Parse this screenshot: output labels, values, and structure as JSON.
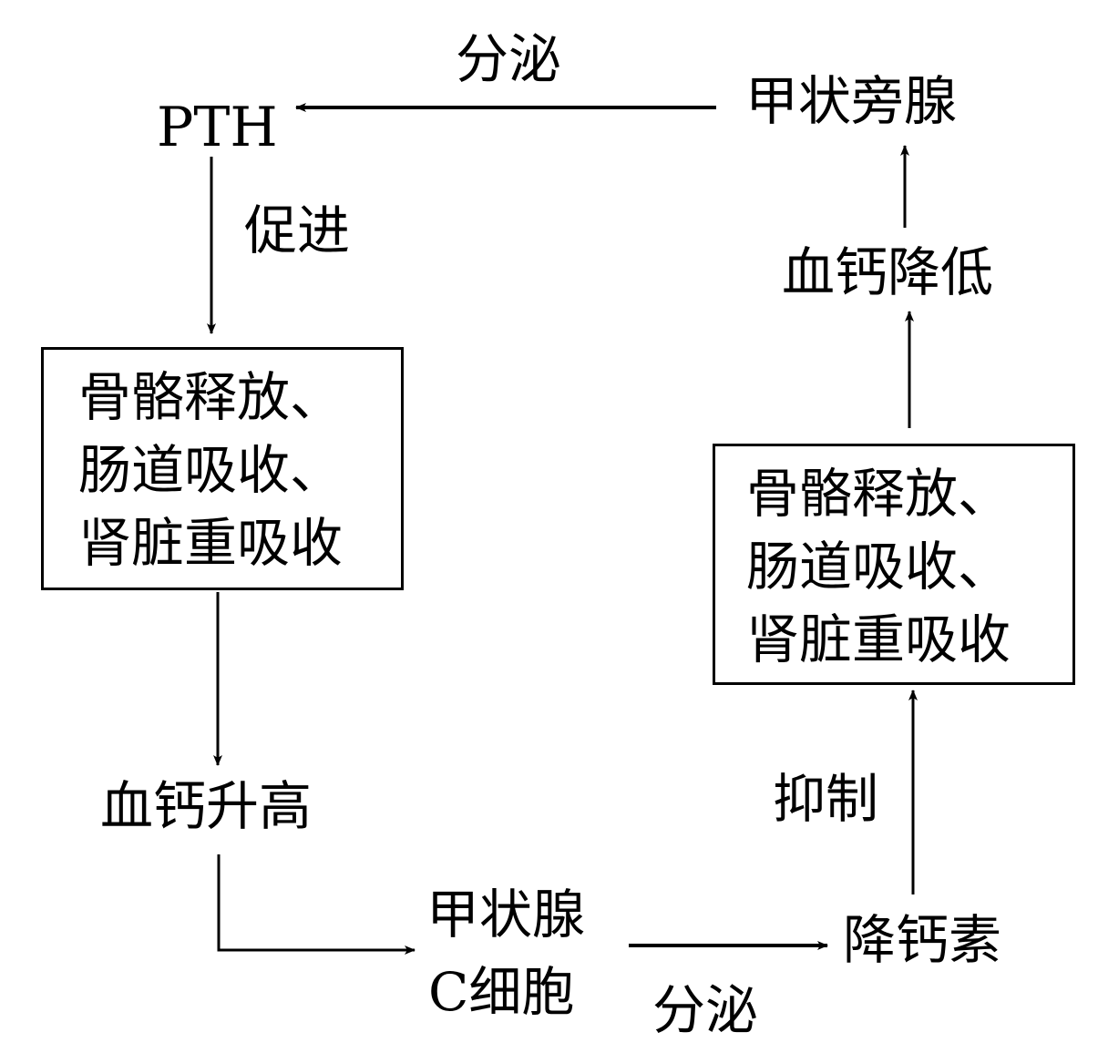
{
  "nodes": {
    "pth": "PTH",
    "parathyroid": "甲状旁腺",
    "box_left": [
      "骨骼释放、",
      "肠道吸收、",
      "肾脏重吸收"
    ],
    "calcium_up": "血钙升高",
    "thyroid_c_cell": [
      "甲状腺",
      "C细胞"
    ],
    "calcitonin": "降钙素",
    "box_right": [
      "骨骼释放、",
      "肠道吸收、",
      "肾脏重吸收"
    ],
    "calcium_down": "血钙降低"
  },
  "edges": {
    "secrete_top": "分泌",
    "promote": "促进",
    "secrete_bottom": "分泌",
    "inhibit": "抑制"
  }
}
